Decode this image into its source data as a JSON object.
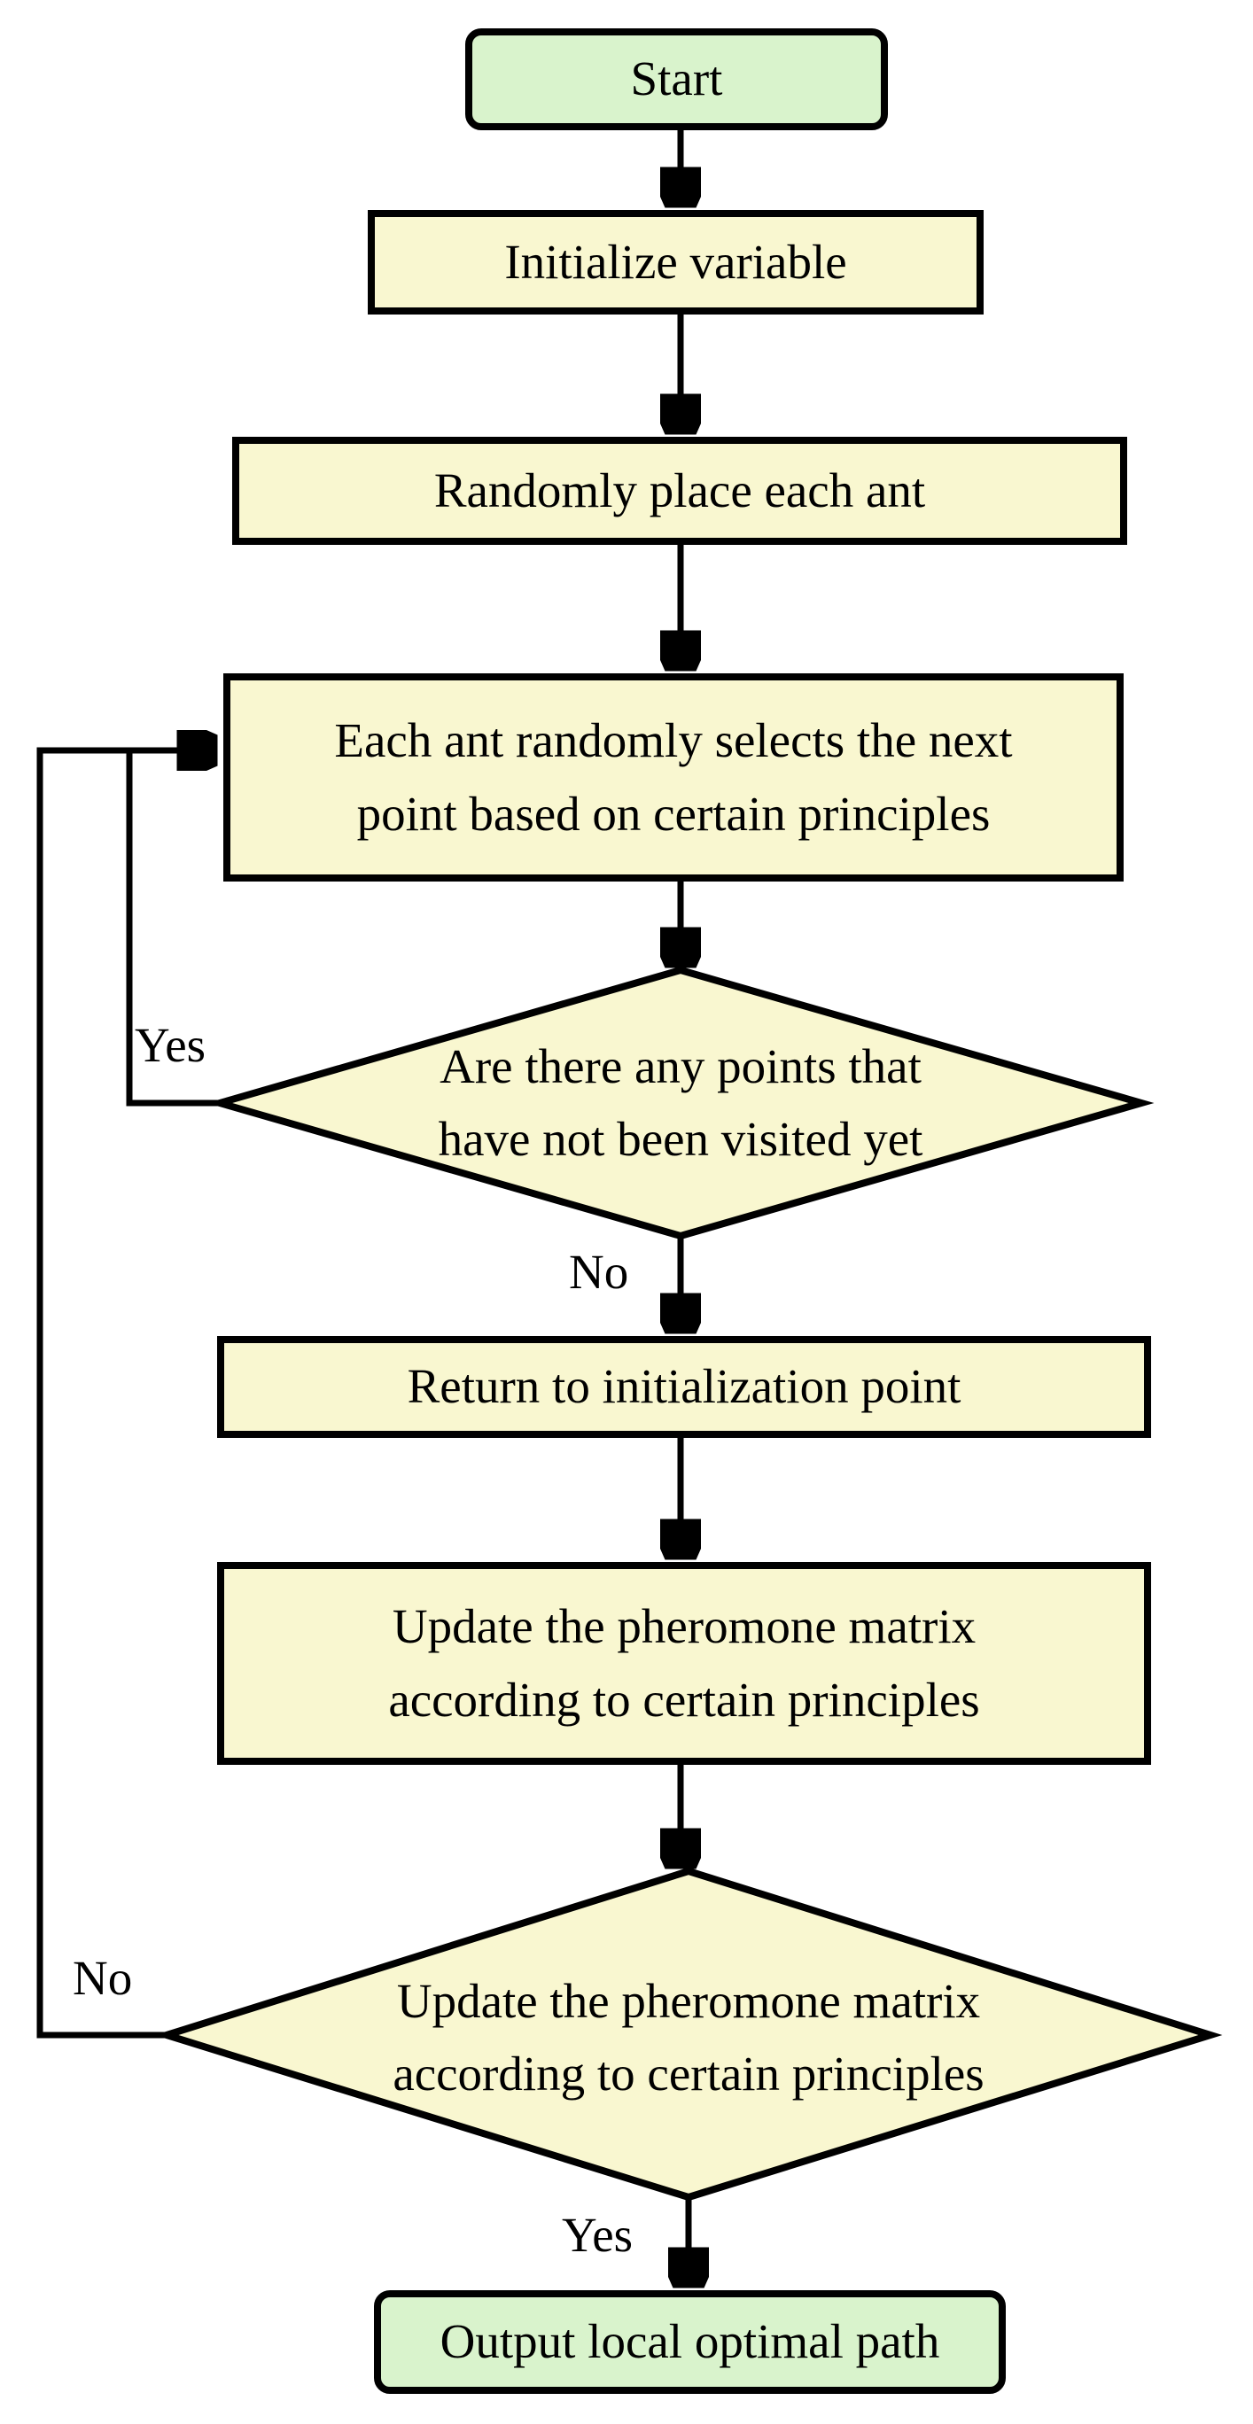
{
  "title": "Ant colony optimization flowchart",
  "colors": {
    "background": "#ffffff",
    "process_fill": "#f9f7d0",
    "terminal_fill": "#d9f3cc",
    "stroke": "#000000",
    "text": "#000000"
  },
  "nodes": {
    "start": {
      "label": "Start"
    },
    "initialize": {
      "label": "Initialize variable"
    },
    "place_ants": {
      "label": "Randomly place each ant"
    },
    "select_next": {
      "line1": "Each ant randomly selects the next",
      "line2": "point based on certain principles"
    },
    "decision_visited": {
      "line1": "Are there any points that",
      "line2": "have not been visited yet"
    },
    "return_init": {
      "label": "Return to initialization point"
    },
    "update_pheromone": {
      "line1": "Update the pheromone matrix",
      "line2": "according to certain principles"
    },
    "decision_terminate": {
      "line1": "Update the pheromone matrix",
      "line2": "according to certain principles"
    },
    "output": {
      "label": "Output local optimal path"
    }
  },
  "edge_labels": {
    "visited_yes": "Yes",
    "visited_no": "No",
    "terminate_no": "No",
    "terminate_yes": "Yes"
  }
}
